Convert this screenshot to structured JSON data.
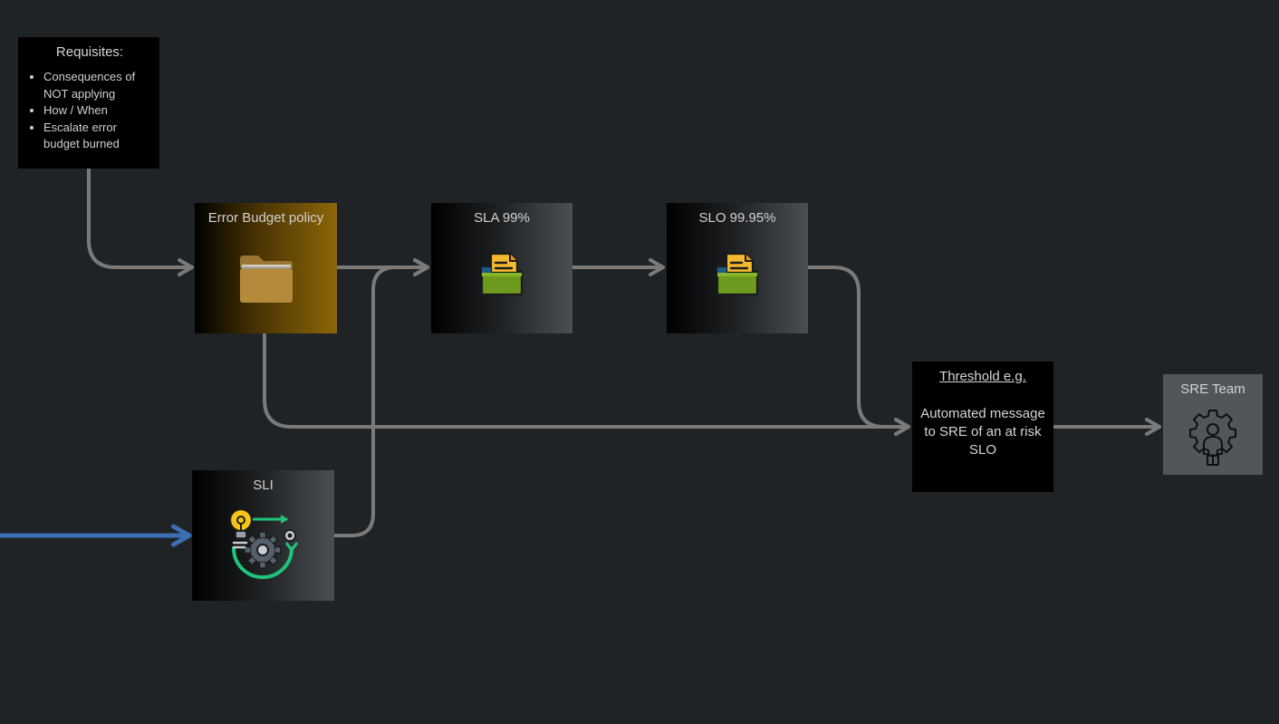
{
  "diagram": {
    "requisites": {
      "title": "Requisites:",
      "items": [
        "Consequences of NOT applying",
        "How / When",
        "Escalate error budget burned"
      ]
    },
    "error_budget": {
      "title": "Error Budget policy",
      "icon": "folder-icon"
    },
    "sla": {
      "title": "SLA 99%",
      "icon": "document-folder-icon"
    },
    "slo": {
      "title": "SLO 99.95%",
      "icon": "document-folder-icon"
    },
    "sli": {
      "title": "SLI",
      "icon": "idea-gear-process-icon"
    },
    "threshold": {
      "heading": "Threshold e.g.",
      "body": "Automated message to SRE of an at risk SLO"
    },
    "sre_team": {
      "title": "SRE Team",
      "icon": "person-gear-icon"
    },
    "colors": {
      "background": "#1f2326",
      "connector": "#7a7a7a",
      "input_arrow": "#3d6fb4",
      "gold": "#8c6608",
      "folder": "#b5893a",
      "doc_yellow": "#f5b82e",
      "folder_green": "#6e9a1f"
    }
  }
}
